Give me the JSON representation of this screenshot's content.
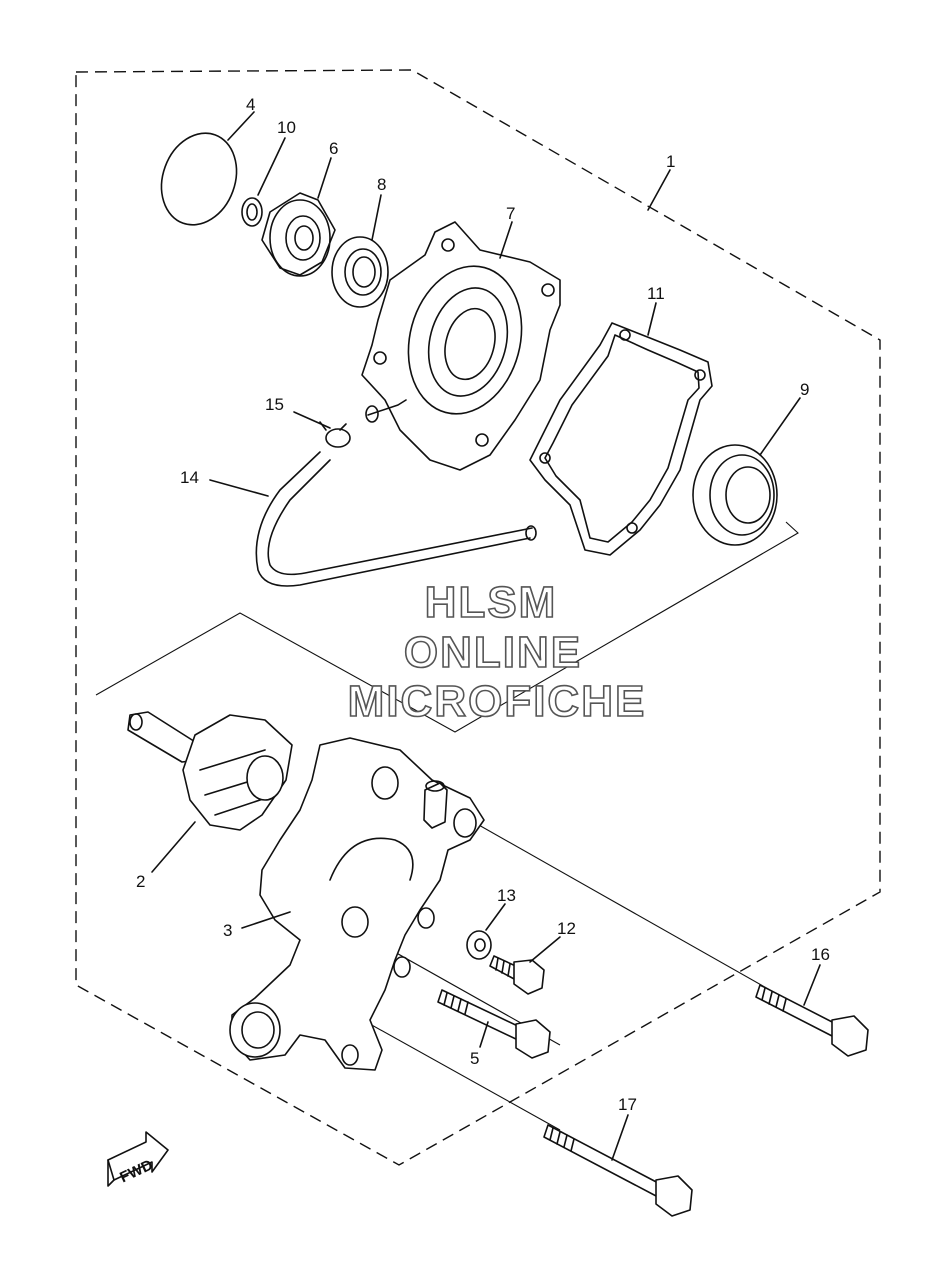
{
  "callouts": {
    "c1": "1",
    "c2": "2",
    "c3": "3",
    "c4": "4",
    "c5": "5",
    "c6": "6",
    "c7": "7",
    "c8": "8",
    "c9": "9",
    "c10": "10",
    "c11": "11",
    "c12": "12",
    "c13": "13",
    "c14": "14",
    "c15": "15",
    "c16": "16",
    "c17": "17"
  },
  "watermark": {
    "line1": "HLSM",
    "line2": "ONLINE",
    "line3": "MICROFICHE"
  },
  "fwd_label": "FWD"
}
